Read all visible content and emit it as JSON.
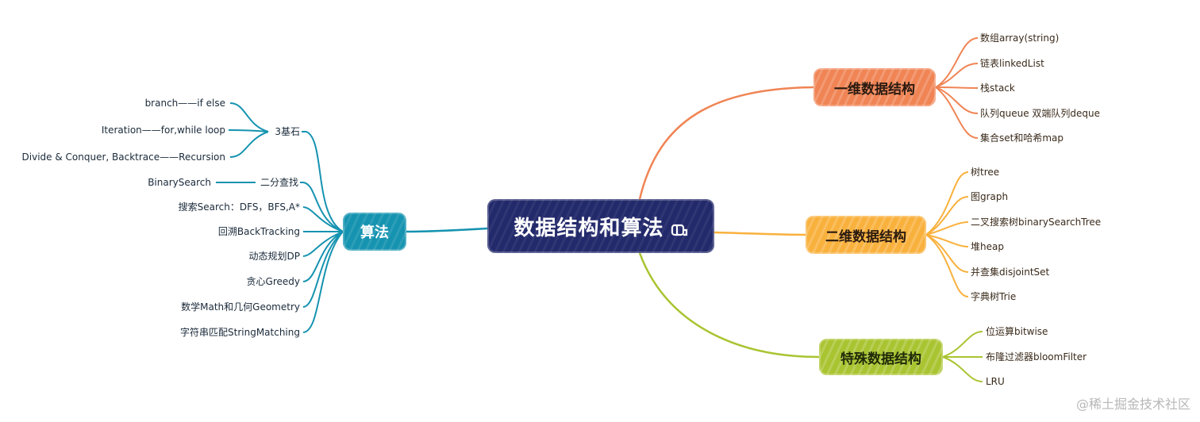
{
  "center": "数据结构和算法",
  "center_icon": "memo-icon",
  "algorithm": {
    "label": "算法",
    "items": [
      "3基石",
      "二分查找",
      "搜索Search：DFS，BFS,A*",
      "回溯BackTracking",
      "动态规划DP",
      "贪心Greedy",
      "数学Math和几何Geometry",
      "字符串匹配StringMatching"
    ],
    "cornerstones": [
      "branch——if else",
      "Iteration——for,while loop",
      "Divide & Conquer, Backtrace——Recursion"
    ],
    "binary_search": "BinarySearch"
  },
  "ds_1d": {
    "label": "一维数据结构",
    "items": [
      "数组array(string)",
      "链表linkedList",
      "栈stack",
      "队列queue 双端队列deque",
      "集合set和哈希map"
    ]
  },
  "ds_2d": {
    "label": "二维数据结构",
    "items": [
      "树tree",
      "图graph",
      "二叉搜索树binarySearchTree",
      "堆heap",
      "并查集disjointSet",
      "字典树Trie"
    ]
  },
  "ds_special": {
    "label": "特殊数据结构",
    "items": [
      "位运算bitwise",
      "布隆过滤器bloomFilter",
      "LRU"
    ]
  },
  "watermark": "@稀土掘金技术社区",
  "colors": {
    "center": "#232a6b",
    "algorithm": "#1593b0",
    "ds_1d": "#f08454",
    "ds_2d": "#f9b13d",
    "ds_special": "#a9c431"
  }
}
